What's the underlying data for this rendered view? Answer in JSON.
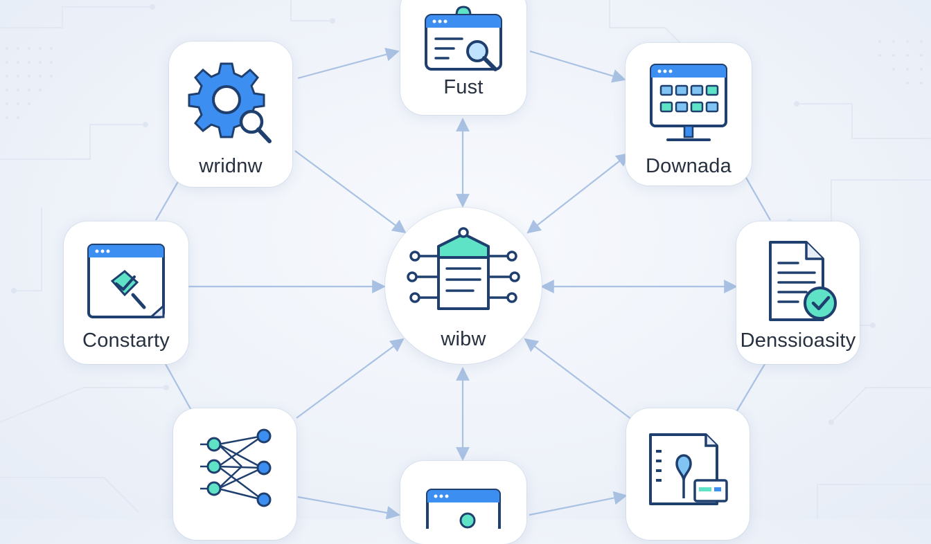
{
  "colors": {
    "accent": "#3c8ef0",
    "icon_stroke": "#1f3f6e",
    "mint": "#5fe3c7",
    "connector": "#a9c1e3",
    "label": "#27303f"
  },
  "hub": {
    "label": "wibw",
    "icon": "network-document-icon"
  },
  "nodes": [
    {
      "id": "top",
      "label": "Fust",
      "icon": "browser-search-icon"
    },
    {
      "id": "top-left",
      "label": "wridnw",
      "icon": "gear-search-icon"
    },
    {
      "id": "top-right",
      "label": "Downada",
      "icon": "monitor-grid-icon"
    },
    {
      "id": "left",
      "label": "Constarty",
      "icon": "browser-check-icon"
    },
    {
      "id": "right",
      "label": "Denssioasity",
      "icon": "document-check-icon"
    },
    {
      "id": "bottom-left",
      "label": "",
      "icon": "neural-network-icon"
    },
    {
      "id": "bottom",
      "label": "",
      "icon": "browser-icon"
    },
    {
      "id": "bottom-right",
      "label": "",
      "icon": "document-chart-icon"
    }
  ]
}
